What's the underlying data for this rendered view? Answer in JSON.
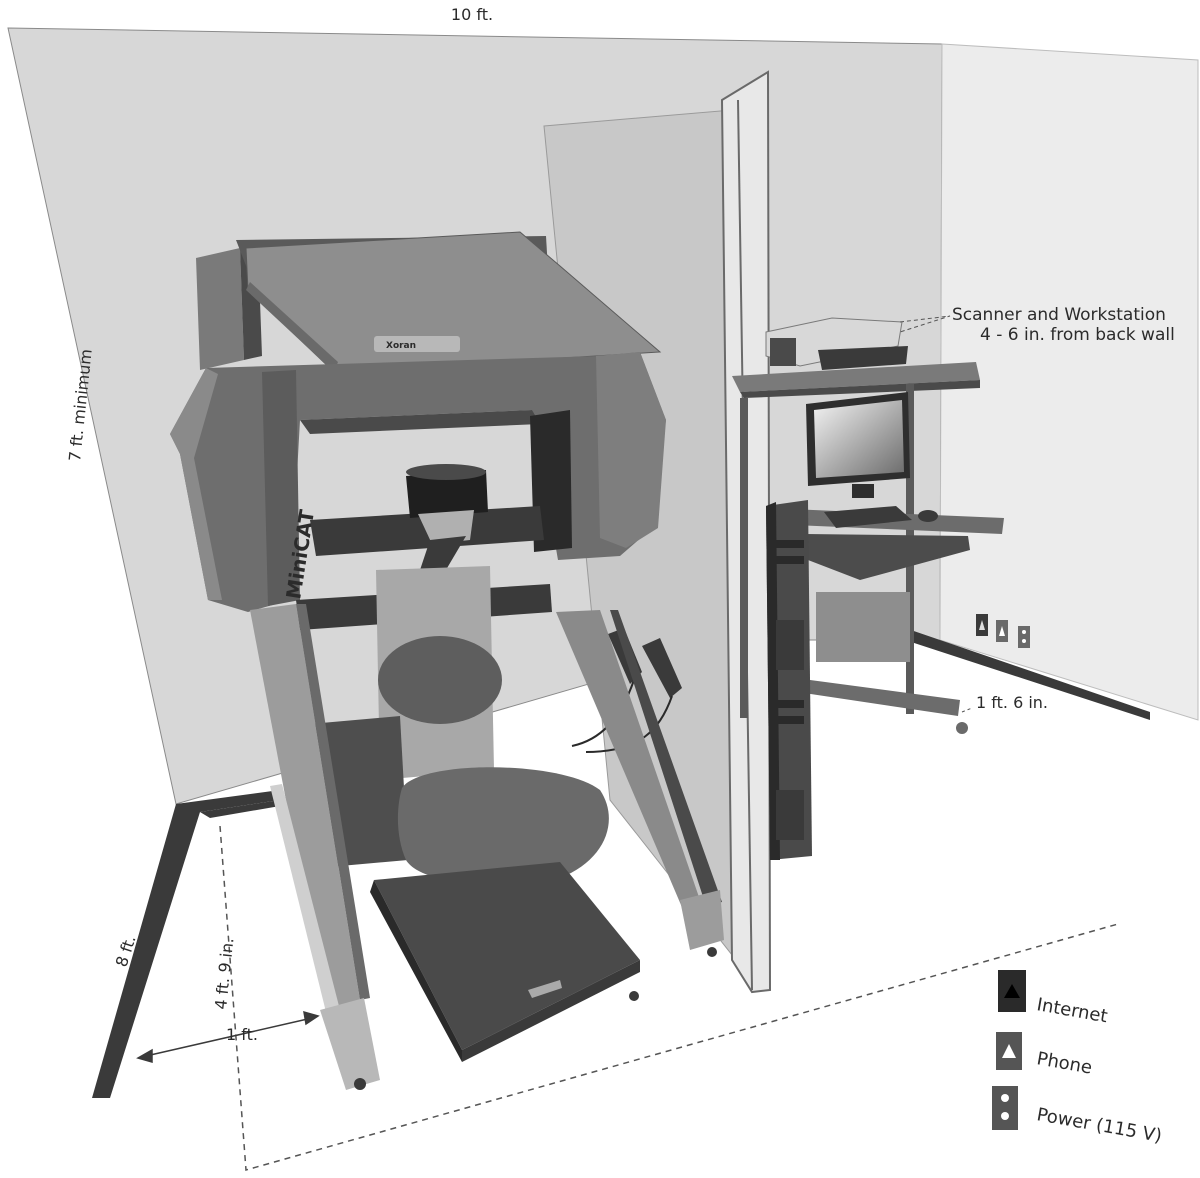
{
  "dimensions": {
    "room_width": "10 ft.",
    "room_height": "7 ft. minimum",
    "room_depth": "8 ft.",
    "unit_depth": "4 ft. 9 in.",
    "side_clearance": "1 ft.",
    "workstation_clearance": "1 ft. 6 in."
  },
  "callout": {
    "line1": "Scanner and Workstation",
    "line2": "4 - 6 in. from back wall"
  },
  "product": {
    "name": "MiniCAT",
    "badge": "Xoran"
  },
  "legend": {
    "items": [
      {
        "icon": "internet-outlet-icon",
        "label": "Internet"
      },
      {
        "icon": "phone-outlet-icon",
        "label": "Phone"
      },
      {
        "icon": "power-outlet-icon",
        "label": "Power (115 V)"
      }
    ]
  }
}
